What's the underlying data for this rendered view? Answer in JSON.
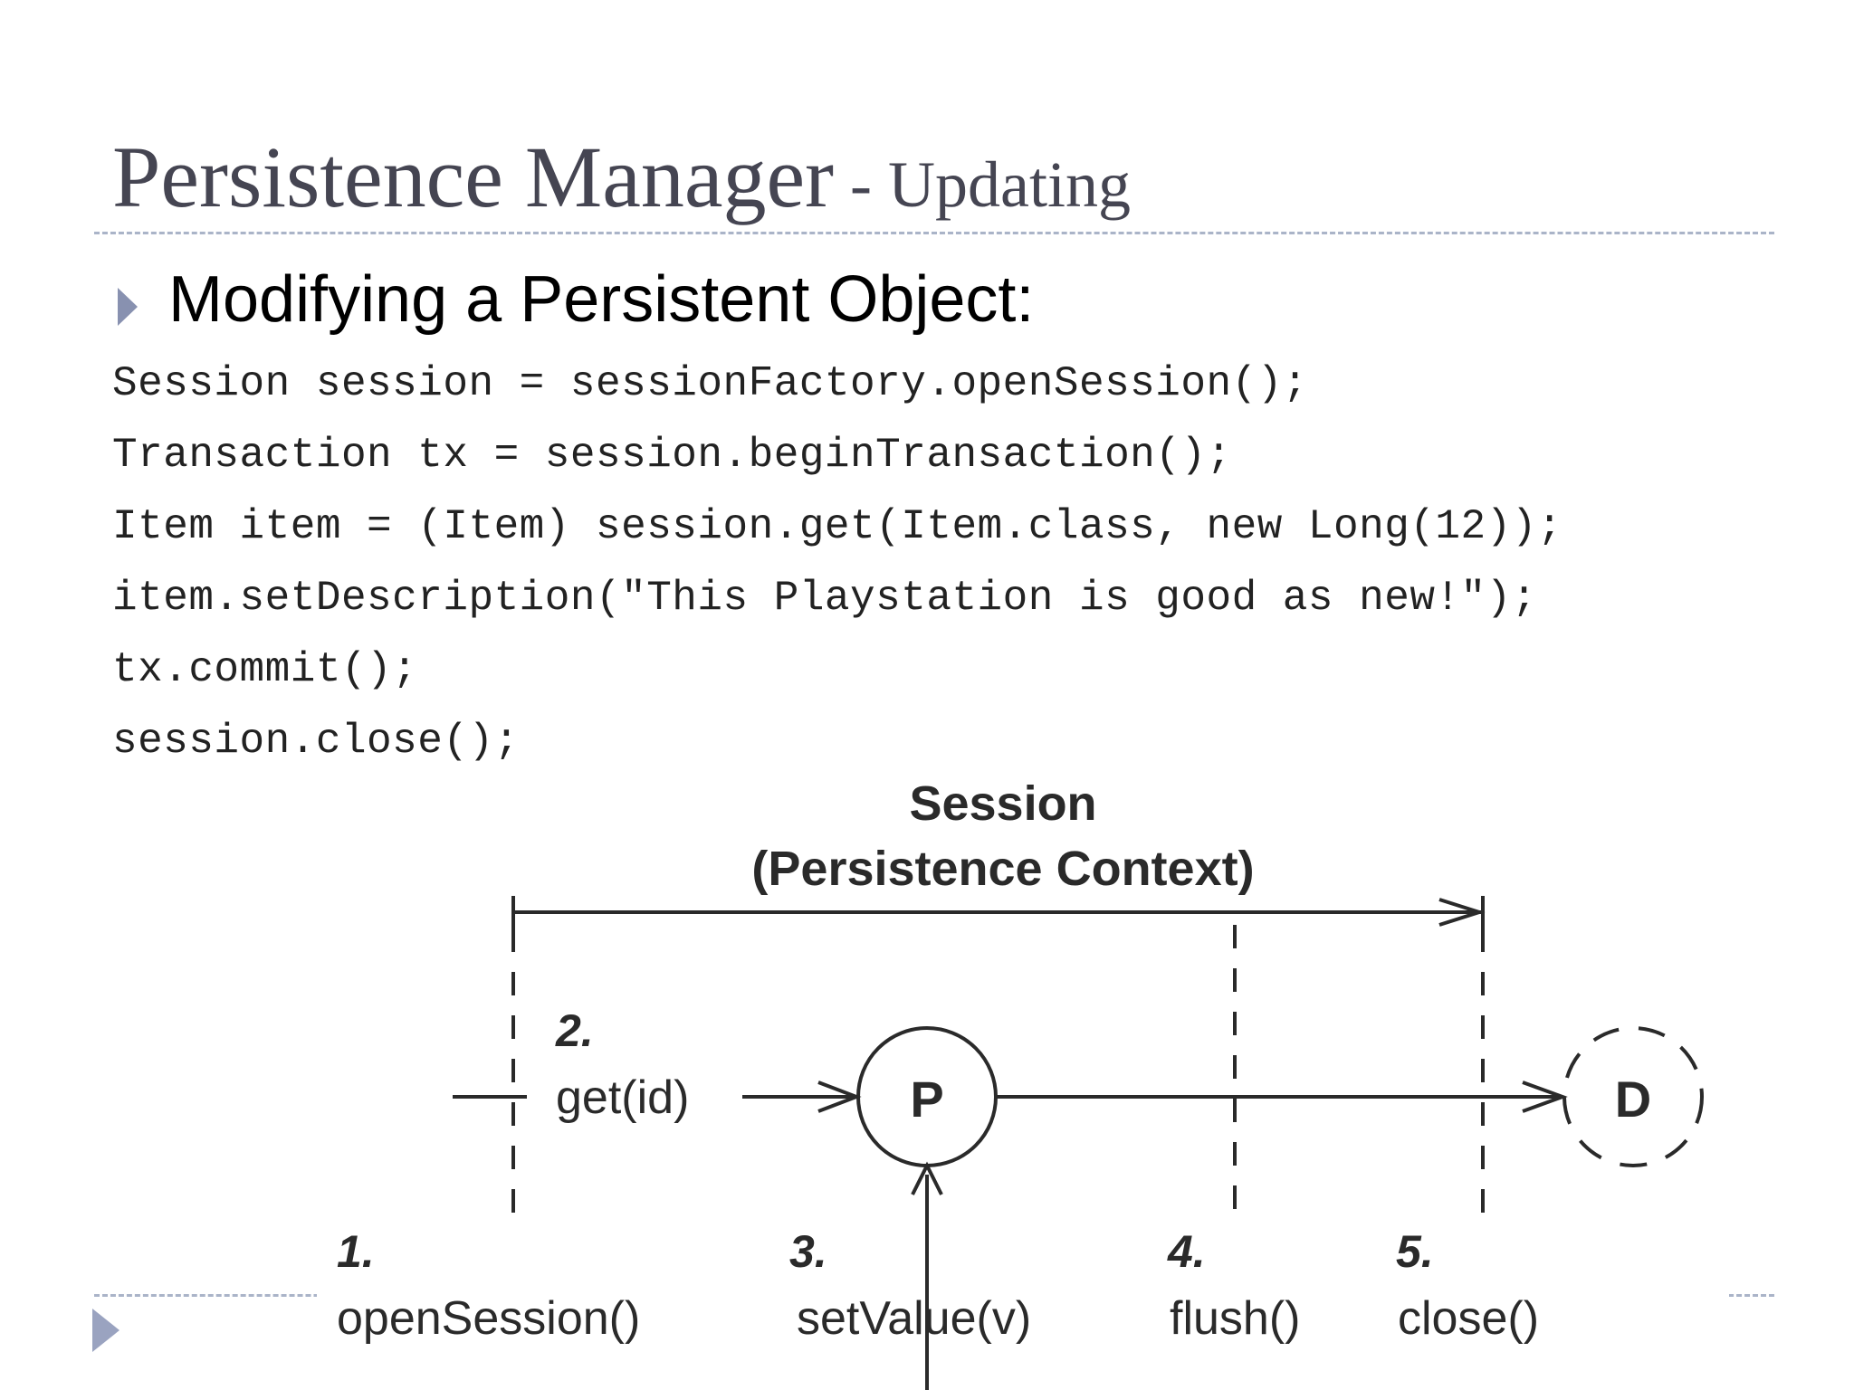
{
  "slide": {
    "title_main": "Persistence Manager",
    "title_sep": " - ",
    "title_sub": "Updating",
    "bullet": "Modifying a Persistent Object:",
    "code_lines": [
      "Session session = sessionFactory.openSession();",
      "Transaction tx = session.beginTransaction();",
      "Item item = (Item) session.get(Item.class, new Long(12));",
      "item.setDescription(\"This Playstation is good as new!\");",
      "tx.commit();",
      "session.close();"
    ]
  },
  "diagram": {
    "session_title": "Session",
    "session_subtitle": "(Persistence Context)",
    "state_persistent": "P",
    "state_detached": "D",
    "step2_num": "2.",
    "step2_label": "get(id)",
    "steps": [
      {
        "num": "1.",
        "label": "openSession()"
      },
      {
        "num": "3.",
        "label": "setValue(v)"
      },
      {
        "num": "4.",
        "label": "flush()"
      },
      {
        "num": "5.",
        "label": "close()"
      }
    ]
  }
}
